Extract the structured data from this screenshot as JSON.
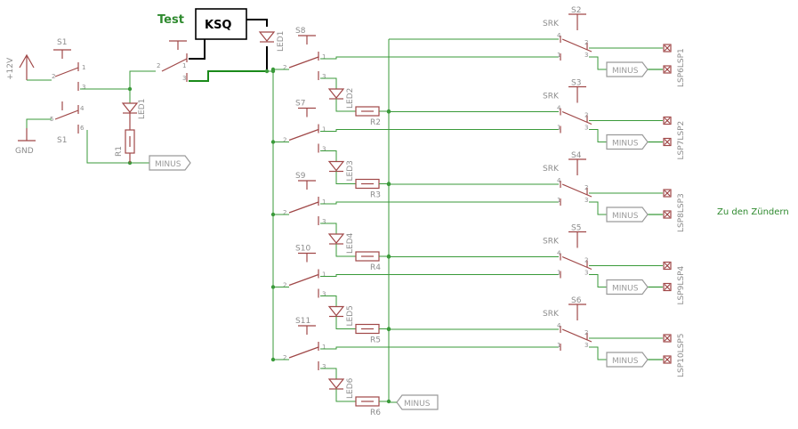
{
  "colors": {
    "wire": "#3a9a3a",
    "part": "#a04848",
    "label": "#8c8c8c",
    "note": "#2f8a2f",
    "extra": "#000000"
  },
  "labels": {
    "supply": "+12V",
    "ground": "GND",
    "test": "Test",
    "ksq": "KSQ",
    "note": "Zu den Zündern",
    "minus": "MINUS",
    "led_main": "LED1",
    "led_top": "LED1",
    "r_main": "R1",
    "s1": "S1",
    "srk": "SRK"
  },
  "pins": [
    "1",
    "2",
    "3",
    "4",
    "5",
    "6"
  ],
  "channels": [
    {
      "sw": "S8",
      "led": "LED2",
      "res": "R2",
      "sel": "S2",
      "lsp_a": "LSP6",
      "lsp_b": "LSP1"
    },
    {
      "sw": "S7",
      "led": "LED3",
      "res": "R3",
      "sel": "S3",
      "lsp_a": "LSP7",
      "lsp_b": "LSP2"
    },
    {
      "sw": "S9",
      "led": "LED4",
      "res": "R4",
      "sel": "S4",
      "lsp_a": "LSP8",
      "lsp_b": "LSP3"
    },
    {
      "sw": "S10",
      "led": "LED5",
      "res": "R5",
      "sel": "S5",
      "lsp_a": "LSP9",
      "lsp_b": "LSP4"
    },
    {
      "sw": "S11",
      "led": "LED6",
      "res": "R6",
      "sel": "S6",
      "lsp_a": "LSP10",
      "lsp_b": "LSP5"
    }
  ]
}
